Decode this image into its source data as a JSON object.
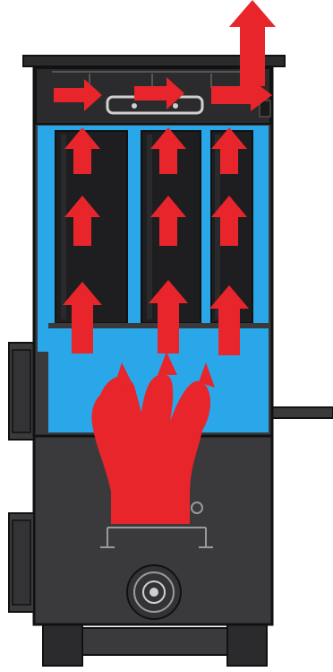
{
  "diagram": {
    "subject": "boiler-cross-section",
    "colors": {
      "background": "#ffffff",
      "body": "#3a3a3c",
      "body_dark": "#2b2b2d",
      "outline": "#111111",
      "water_jacket": "#2aa7e8",
      "flue_channel": "#1e1e20",
      "flame": "#e8252b"
    },
    "components": [
      "chimney-cap",
      "top-flue-chamber",
      "flue-tubes",
      "water-jacket",
      "combustion-chamber",
      "ash-pit-door",
      "air-intake-damper",
      "side-loading-door",
      "outlet-pipe",
      "base-feet"
    ],
    "flow": {
      "direction": "upward-then-out-top-right",
      "tube_count": 3,
      "arrows_per_tube": 3,
      "horizontal_arrows": 3,
      "exit_arrow": "up"
    }
  }
}
